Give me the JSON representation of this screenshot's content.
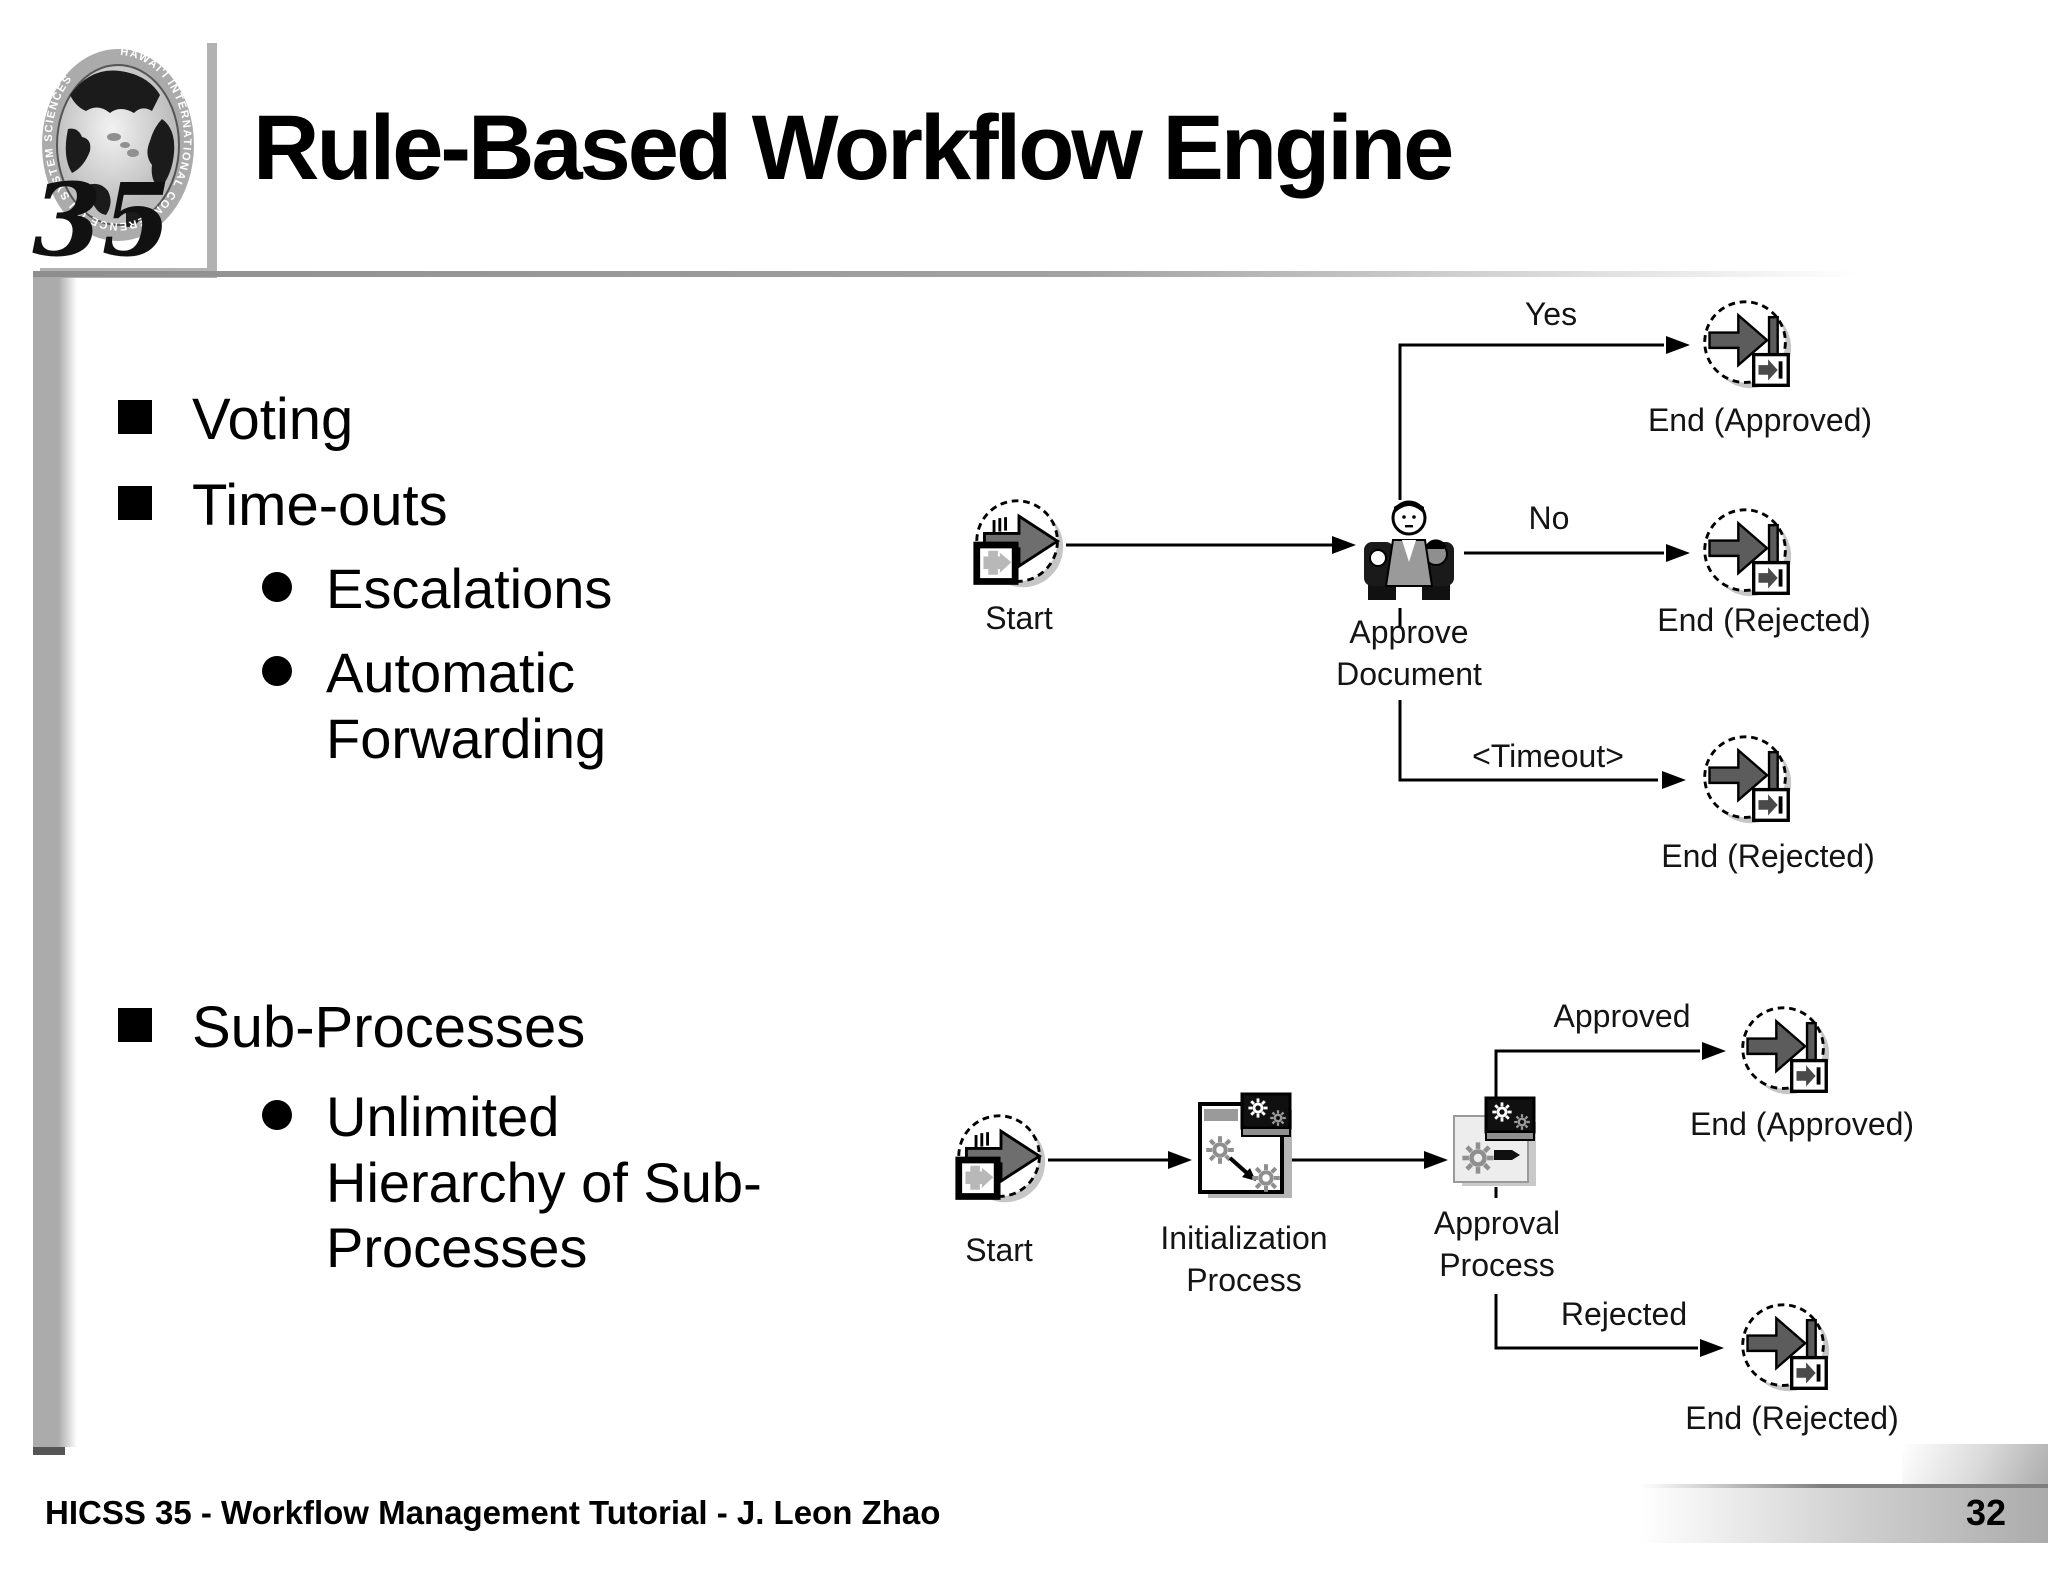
{
  "slide": {
    "title": "Rule-Based Workflow Engine",
    "footer": "HICSS 35 - Workflow Management Tutorial - J. Leon Zhao",
    "page_number": "32",
    "colors": {
      "accent_gray": "#ababab",
      "diagram_line": "#000000"
    }
  },
  "logo": {
    "ring_text": "HAWAI'I INTERNATIONAL CONFERENCE ON SYSTEM SCIENCES",
    "number": "35"
  },
  "bullets": {
    "items": [
      {
        "level": 1,
        "text": "Voting"
      },
      {
        "level": 1,
        "text": "Time-outs"
      },
      {
        "level": 2,
        "text": "Escalations"
      },
      {
        "level": 2,
        "text": "Automatic\nForwarding"
      },
      {
        "level": 1,
        "text": "Sub-Processes"
      },
      {
        "level": 2,
        "text": "Unlimited\nHierarchy of Sub-\nProcesses"
      }
    ]
  },
  "diagram_top": {
    "start_label": "Start",
    "task_label": "Approve\nDocument",
    "yes_label": "Yes",
    "no_label": "No",
    "timeout_label": "<Timeout>",
    "end_approved_label": "End (Approved)",
    "end_rejected_label": "End (Rejected)",
    "end_timeout_label": "End (Rejected)"
  },
  "diagram_bottom": {
    "start_label": "Start",
    "init_label": "Initialization\nProcess",
    "approval_label": "Approval\nProcess",
    "approved_label": "Approved",
    "rejected_label": "Rejected",
    "end_approved_label": "End (Approved)",
    "end_rejected_label": "End (Rejected)"
  }
}
